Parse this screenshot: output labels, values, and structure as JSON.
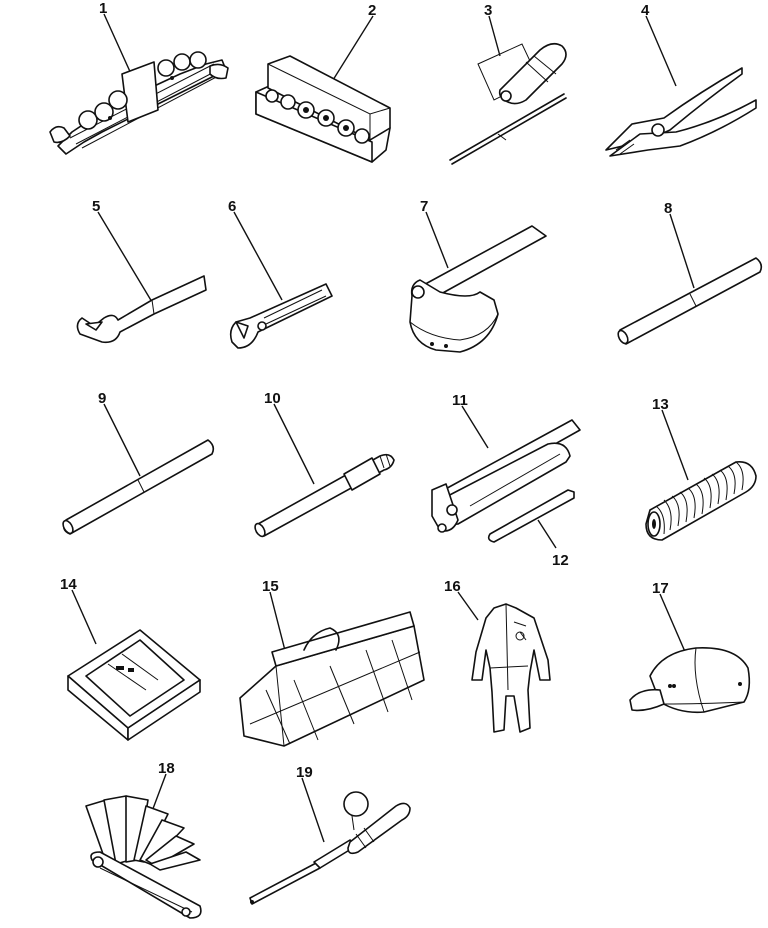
{
  "page": {
    "background": "#ffffff",
    "ink": "#111111"
  },
  "parts": [
    {
      "id": "1",
      "label": "1"
    },
    {
      "id": "2",
      "label": "2"
    },
    {
      "id": "3",
      "label": "3"
    },
    {
      "id": "4",
      "label": "4"
    },
    {
      "id": "5",
      "label": "5"
    },
    {
      "id": "6",
      "label": "6"
    },
    {
      "id": "7",
      "label": "7"
    },
    {
      "id": "8",
      "label": "8"
    },
    {
      "id": "9",
      "label": "9"
    },
    {
      "id": "10",
      "label": "10"
    },
    {
      "id": "11",
      "label": "11"
    },
    {
      "id": "12",
      "label": "12"
    },
    {
      "id": "13",
      "label": "13"
    },
    {
      "id": "14",
      "label": "14"
    },
    {
      "id": "15",
      "label": "15"
    },
    {
      "id": "16",
      "label": "16"
    },
    {
      "id": "17",
      "label": "17"
    },
    {
      "id": "18",
      "label": "18"
    },
    {
      "id": "19",
      "label": "19"
    }
  ],
  "icons": [
    "combination-wrench-set-icon",
    "socket-set-case-icon",
    "screwdriver-icon",
    "pliers-icon",
    "open-end-wrench-with-bar-icon",
    "adjustable-wrench-with-bar-icon",
    "filter-wrench-icon",
    "extension-bar-icon",
    "extension-bar-icon",
    "pry-bar-icon",
    "grease-gun-icon",
    "grease-nozzle-icon",
    "spring-icon",
    "tool-case-icon",
    "tool-bag-icon",
    "coverall-icon",
    "cap-icon",
    "feeler-gauge-icon",
    "lamp-tester-icon"
  ]
}
